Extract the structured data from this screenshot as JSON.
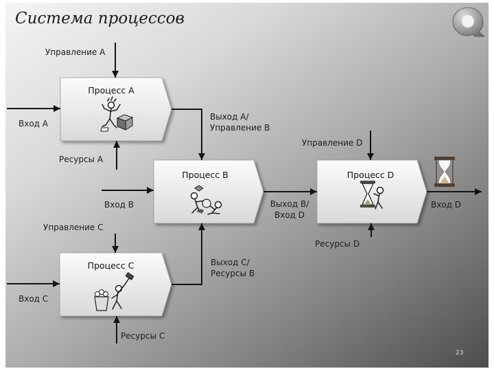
{
  "slide": {
    "title": "Система процессов",
    "page_number": "23"
  },
  "processes": {
    "a": {
      "title": "Процесс А",
      "control": "Управление А",
      "input": "Вход А",
      "resources": "Ресурсы А",
      "output": [
        "Выход А/",
        "Управление В"
      ]
    },
    "b": {
      "title": "Процесс В",
      "input": "Вход В",
      "output": [
        "Выход В/",
        "Вход D"
      ]
    },
    "c": {
      "title": "Процесс С",
      "control": "Управление С",
      "input": "Вход С",
      "resources": "Ресурсы С",
      "output": [
        "Выход С/",
        "Ресурсы В"
      ]
    },
    "d": {
      "title": "Процесс D",
      "control": "Управление D",
      "resources": "Ресурсы D",
      "output": "Вход D"
    }
  },
  "icons": {
    "logo": "q-logo-icon",
    "hourglass": "hourglass-icon",
    "process_a": "worker-with-box-illustration",
    "process_b": "two-workers-illustration",
    "process_c": "hammer-worker-illustration",
    "process_d": "hourglass-worker-illustration"
  },
  "colors": {
    "background_top_left": "#f4f4f4",
    "background_bottom_right": "#4d4d4d",
    "box_fill_top": "#fbfbfb",
    "box_fill_bottom": "#d9d9d9",
    "arrow": "#141414",
    "text": "#1c1c1c"
  }
}
